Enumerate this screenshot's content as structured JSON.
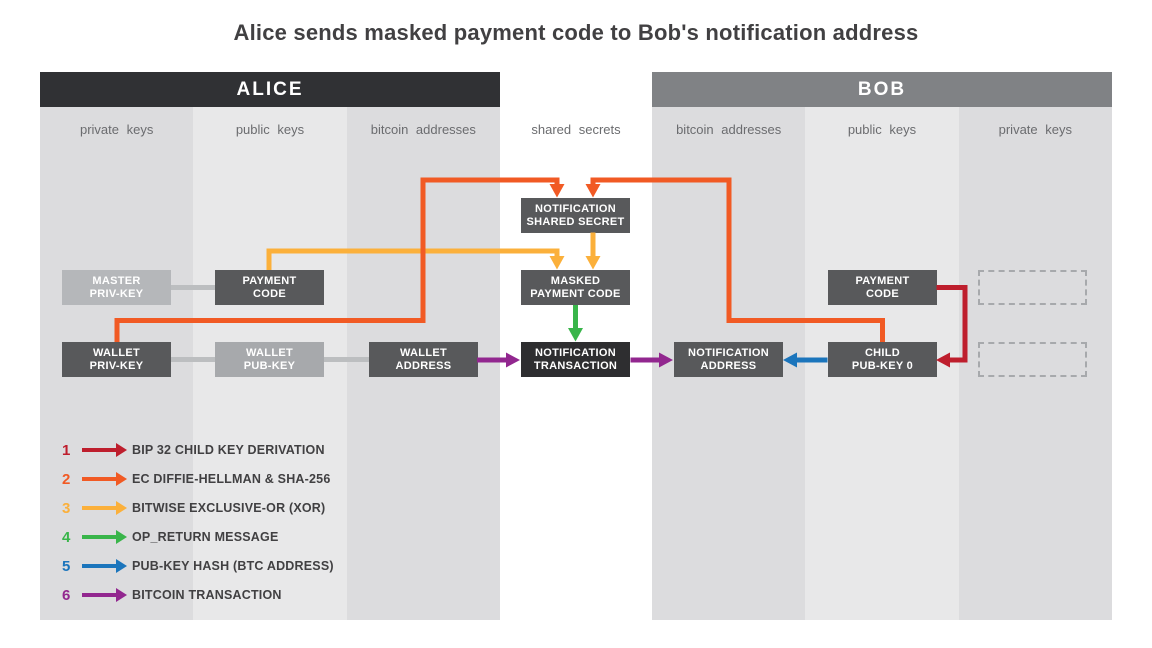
{
  "title": "Alice sends masked payment code to Bob's notification address",
  "colors": {
    "red": "#be1e2d",
    "orange": "#f15a24",
    "yellow": "#fbb03b",
    "green": "#39b54a",
    "blue": "#1b75bc",
    "purple": "#92278f",
    "alice_header_bg": "#303134",
    "bob_header_bg": "#808285",
    "column_dark": "#dcdcde",
    "column_light": "#e8e8e9",
    "box_dark": "#58595b",
    "box_darkest": "#2e2e30",
    "box_light": "#b5b7ba",
    "box_medium": "#a7a9ac",
    "connector_gray": "#bcbec0",
    "dashed_gray": "#a7a9ac",
    "text_dark": "#414042",
    "label_gray": "#6b6c6f"
  },
  "panels": {
    "alice": {
      "title": "ALICE",
      "columns": [
        "private keys",
        "public keys",
        "bitcoin addresses"
      ]
    },
    "bob": {
      "title": "BOB",
      "columns": [
        "bitcoin addresses",
        "public keys",
        "private keys"
      ]
    }
  },
  "center_column_label": "shared secrets",
  "boxes": {
    "master_priv_key": "MASTER\nPRIV-KEY",
    "payment_code_alice": "PAYMENT\nCODE",
    "wallet_priv_key": "WALLET\nPRIV-KEY",
    "wallet_pub_key": "WALLET\nPUB-KEY",
    "wallet_address": "WALLET\nADDRESS",
    "notification_shared_secret": "NOTIFICATION\nSHARED SECRET",
    "masked_payment_code": "MASKED\nPAYMENT CODE",
    "notification_transaction": "NOTIFICATION\nTRANSACTION",
    "notification_address": "NOTIFICATION\nADDRESS",
    "payment_code_bob": "PAYMENT\nCODE",
    "child_pub_key_0": "CHILD\nPUB-KEY 0"
  },
  "legend": [
    {
      "number": "1",
      "color": "red",
      "label": "BIP 32 CHILD KEY DERIVATION"
    },
    {
      "number": "2",
      "color": "orange",
      "label": "EC DIFFIE-HELLMAN & SHA-256"
    },
    {
      "number": "3",
      "color": "yellow",
      "label": "BITWISE EXCLUSIVE-OR (XOR)"
    },
    {
      "number": "4",
      "color": "green",
      "label": "OP_RETURN MESSAGE"
    },
    {
      "number": "5",
      "color": "blue",
      "label": "PUB-KEY HASH (BTC ADDRESS)"
    },
    {
      "number": "6",
      "color": "purple",
      "label": "BITCOIN TRANSACTION"
    }
  ]
}
